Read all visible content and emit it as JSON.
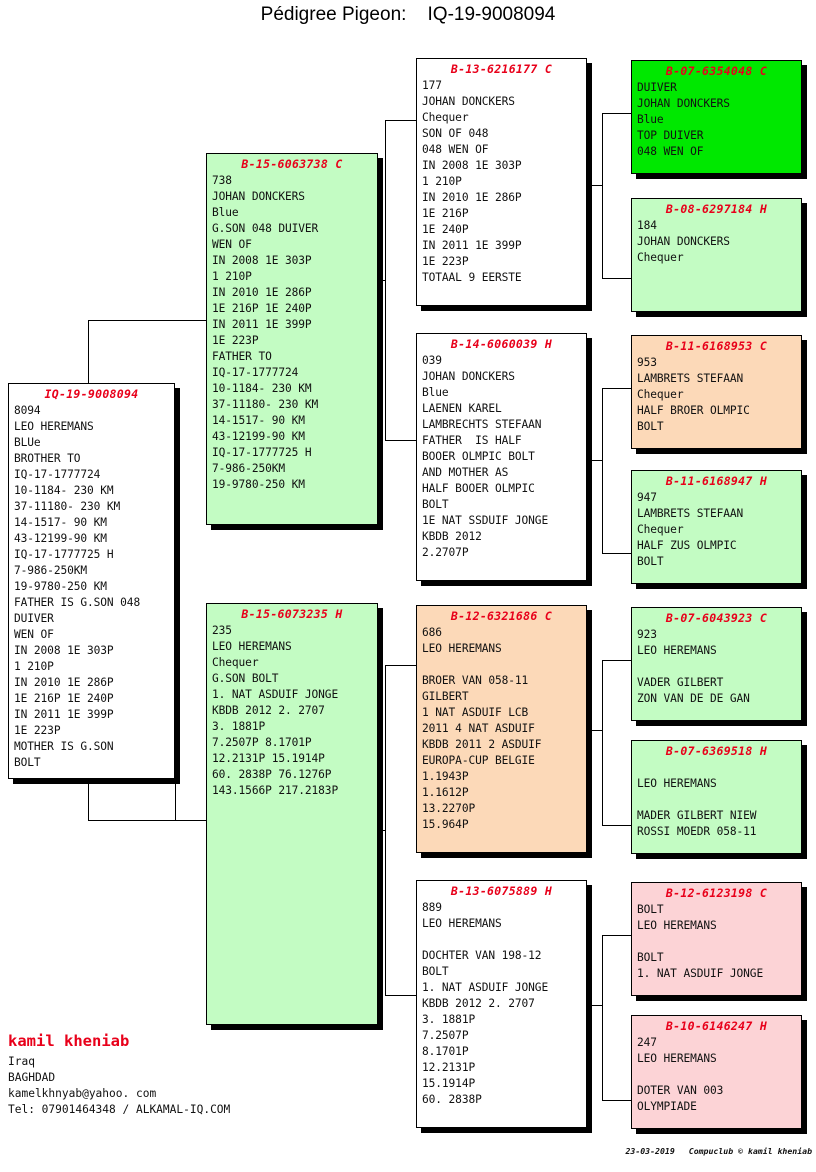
{
  "header": {
    "title": "Pédigree Pigeon:    IQ-19-9008094"
  },
  "subject": {
    "ring": "IQ-19-9008094",
    "color_key": "white",
    "lines": "8094\nLEO HEREMANS\nBLUe\nBROTHER TO\nIQ-17-1777724\n10-1184- 230 KM\n37-11180- 230 KM\n14-1517- 90 KM\n43-12199-90 KM\nIQ-17-1777725 H\n7-986-250KM\n19-9780-250 KM\nFATHER IS G.SON 048\nDUIVER\nWEN OF\nIN 2008 1E 303P\n1 210P\nIN 2010 1E 286P\n1E 216P 1E 240P\nIN 2011 1E 399P\n1E 223P\nMOTHER IS G.SON\nBOLT"
  },
  "gen2": [
    {
      "ring": "B-15-6063738 C",
      "color_key": "light-green",
      "lines": "738\nJOHAN DONCKERS\nBlue\nG.SON 048 DUIVER\nWEN OF\nIN 2008 1E 303P\n1 210P\nIN 2010 1E 286P\n1E 216P 1E 240P\nIN 2011 1E 399P\n1E 223P\nFATHER TO\nIQ-17-1777724\n10-1184- 230 KM\n37-11180- 230 KM\n14-1517- 90 KM\n43-12199-90 KM\nIQ-17-1777725 H\n7-986-250KM\n19-9780-250 KM"
    },
    {
      "ring": "B-15-6073235 H",
      "color_key": "light-green",
      "lines": "235\nLEO HEREMANS\nChequer\nG.SON BOLT\n1. NAT ASDUIF JONGE\nKBDB 2012 2. 2707\n3. 1881P\n7.2507P 8.1701P\n12.2131P 15.1914P\n60. 2838P 76.1276P\n143.1566P 217.2183P"
    }
  ],
  "gen3": [
    {
      "ring": "B-13-6216177 C",
      "color_key": "white",
      "lines": "177\nJOHAN DONCKERS\nChequer\nSON OF 048\n048 WEN OF\nIN 2008 1E 303P\n1 210P\nIN 2010 1E 286P\n1E 216P\n1E 240P\nIN 2011 1E 399P\n1E 223P\nTOTAAL 9 EERSTE"
    },
    {
      "ring": "B-14-6060039 H",
      "color_key": "white",
      "lines": "039\nJOHAN DONCKERS\nBlue\nLAENEN KAREL\nLAMBRECHTS STEFAAN\nFATHER  IS HALF\nBOOER OLMPIC BOLT\nAND MOTHER AS\nHALF BOOER OLMPIC\nBOLT\n1E NAT SSDUIF JONGE\nKBDB 2012\n2.2707P"
    },
    {
      "ring": "B-12-6321686 C",
      "color_key": "peach",
      "lines": "686\nLEO HEREMANS\n\nBROER VAN 058-11\nGILBERT\n1 NAT ASDUIF LCB\n2011 4 NAT ASDUIF\nKBDB 2011 2 ASDUIF\nEUROPA-CUP BELGIE\n1.1943P\n1.1612P\n13.2270P\n15.964P"
    },
    {
      "ring": "B-13-6075889 H",
      "color_key": "white",
      "lines": "889\nLEO HEREMANS\n\nDOCHTER VAN 198-12\nBOLT\n1. NAT ASDUIF JONGE\nKBDB 2012 2. 2707\n3. 1881P\n7.2507P\n8.1701P\n12.2131P\n15.1914P\n60. 2838P"
    }
  ],
  "gen4": [
    {
      "ring": "B-07-6354048 C",
      "color_key": "bright-green",
      "lines": "DUIVER\nJOHAN DONCKERS\nBlue\nTOP DUIVER\n048 WEN OF"
    },
    {
      "ring": "B-08-6297184 H",
      "color_key": "light-green",
      "lines": "184\nJOHAN DONCKERS\nChequer"
    },
    {
      "ring": "B-11-6168953 C",
      "color_key": "peach",
      "lines": "953\nLAMBRETS STEFAAN\nChequer\nHALF BROER OLMPIC\nBOLT"
    },
    {
      "ring": "B-11-6168947 H",
      "color_key": "light-green",
      "lines": "947\nLAMBRETS STEFAAN\nChequer\nHALF ZUS OLMPIC\nBOLT"
    },
    {
      "ring": "B-07-6043923 C",
      "color_key": "light-green",
      "lines": "923\nLEO HEREMANS\n\nVADER GILBERT\nZON VAN DE DE GAN"
    },
    {
      "ring": "B-07-6369518 H",
      "color_key": "light-green",
      "lines": "\nLEO HEREMANS\n\nMADER GILBERT NIEW\nROSSI MOEDR 058-11"
    },
    {
      "ring": "B-12-6123198 C",
      "color_key": "pink",
      "lines": "BOLT\nLEO HEREMANS\n\nBOLT\n1. NAT ASDUIF JONGE"
    },
    {
      "ring": "B-10-6146247 H",
      "color_key": "pink",
      "lines": "247\nLEO HEREMANS\n\nDOTER VAN 003\nOLYMPIADE"
    }
  ],
  "owner": {
    "name": "kamil kheniab",
    "country": "Iraq",
    "city": "BAGHDAD",
    "email": "kamelkhnyab@yahoo. com",
    "tel": "Tel: 07901464348 / ALKAMAL-IQ.COM"
  },
  "footer": {
    "date": "23-03-2019",
    "credit": "Compuclub © kamil kheniab"
  },
  "colors": {
    "ring_text": "#e8001a",
    "body_text": "#111111",
    "white": "#ffffff",
    "light-green": "#c3fcc3",
    "bright-green": "#00e800",
    "peach": "#fcd9b8",
    "pink": "#fcd3d6",
    "line": "#000000"
  }
}
